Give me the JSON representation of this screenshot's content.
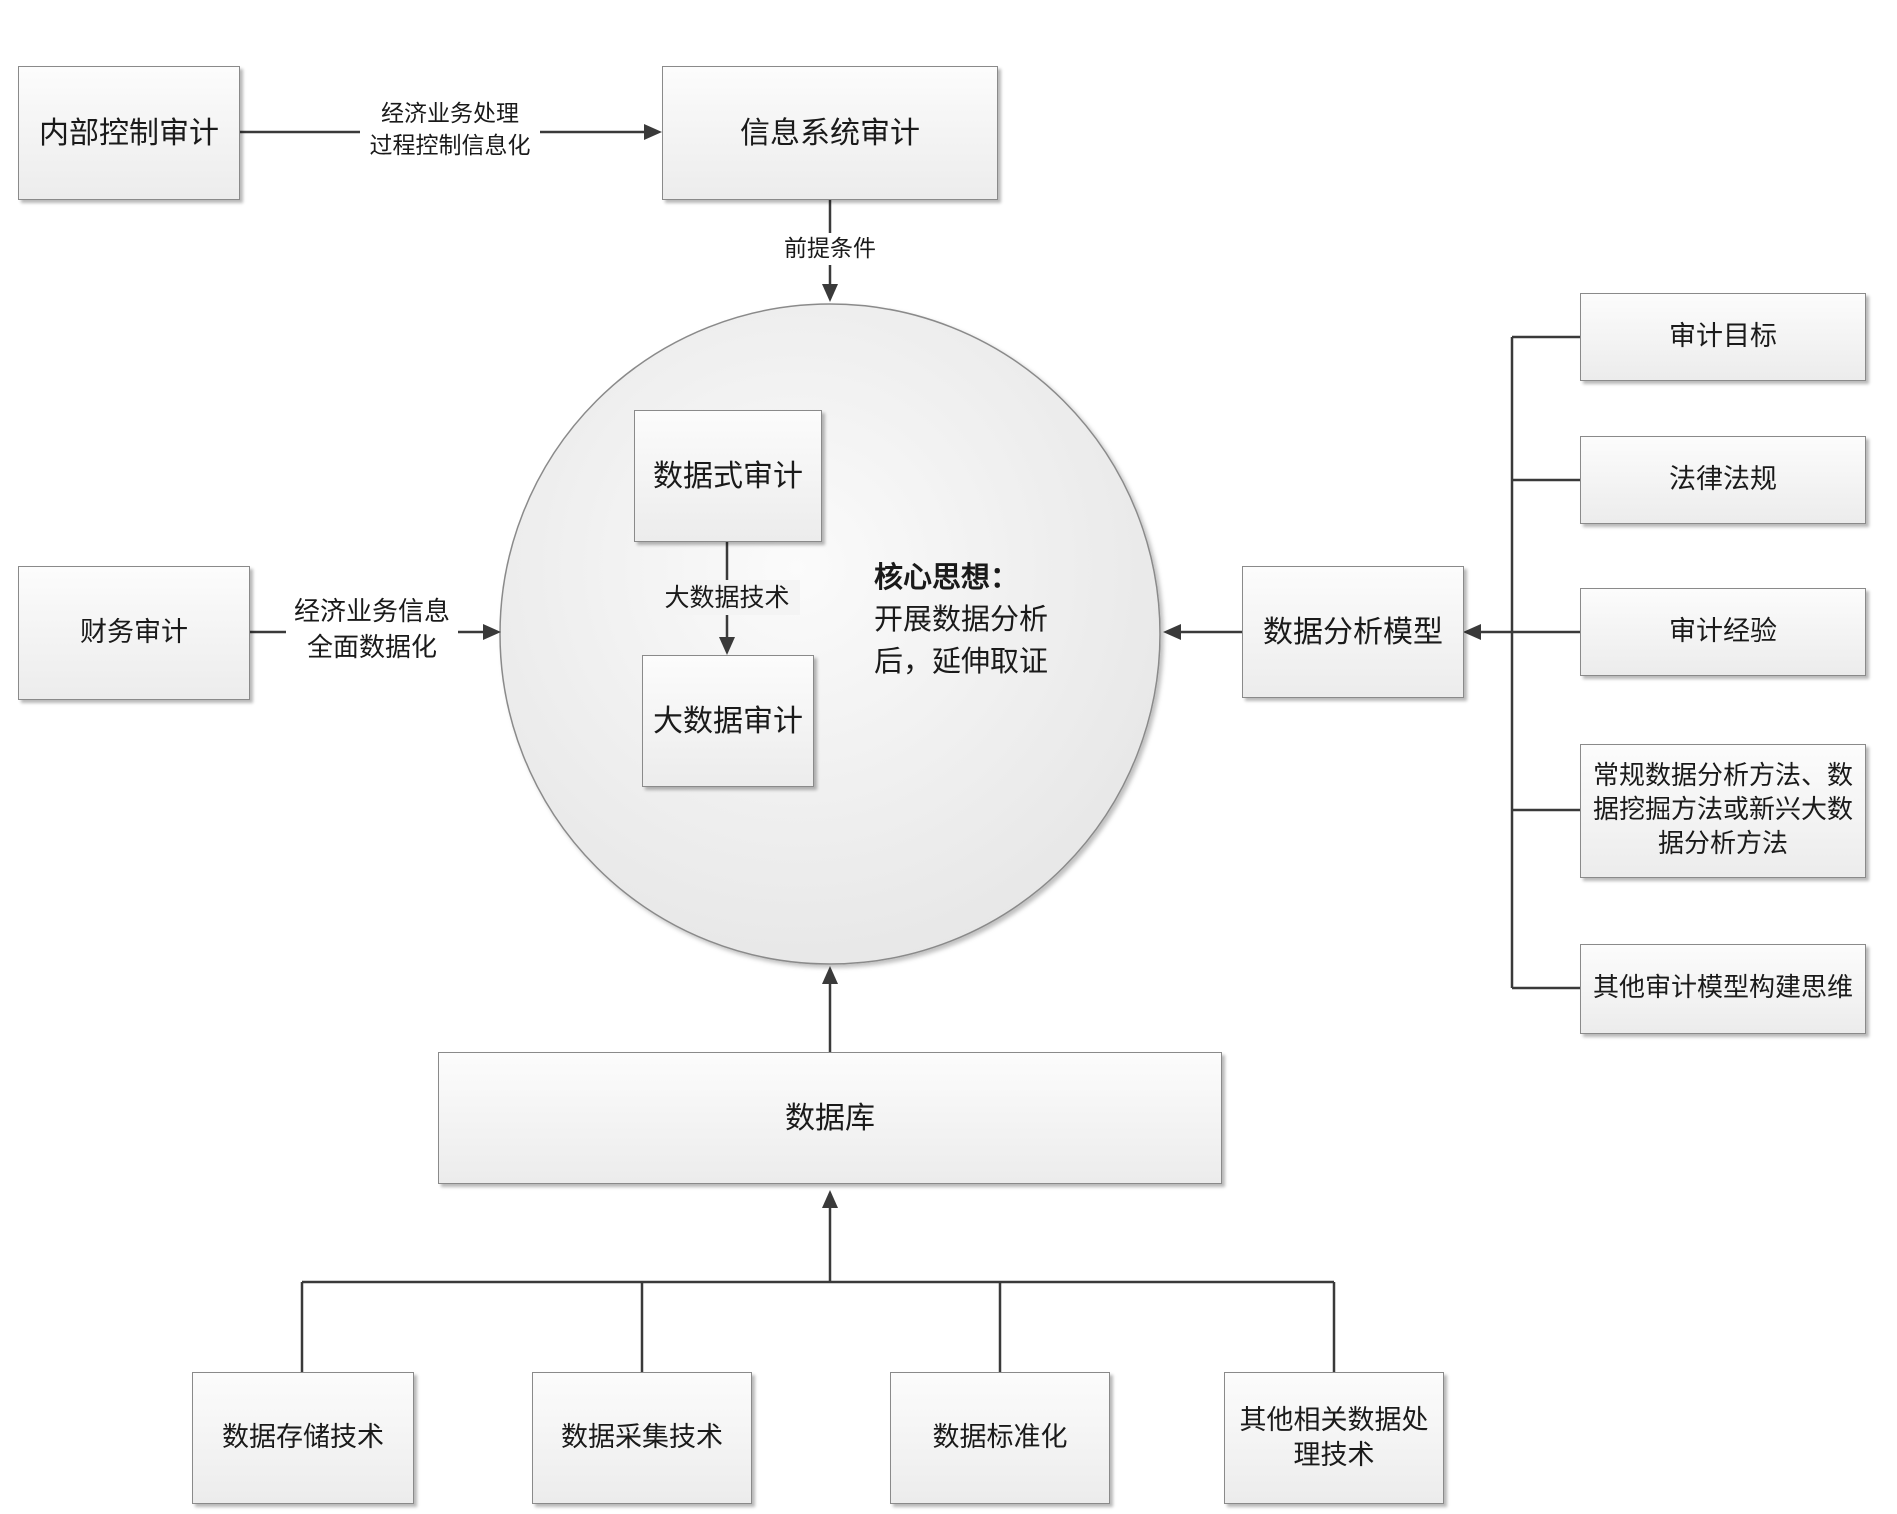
{
  "nodes": {
    "internal_control_audit": "内部控制审计",
    "info_system_audit": "信息系统审计",
    "financial_audit": "财务审计",
    "data_audit": "数据式审计",
    "big_data_audit": "大数据审计",
    "data_analysis_model": "数据分析模型",
    "database": "数据库",
    "audit_objective": "审计目标",
    "laws_regulations": "法律法规",
    "audit_experience": "审计经验",
    "analysis_methods": "常规数据分析方法、数据挖掘方法或新兴大数据分析方法",
    "other_model_thinking": "其他审计模型构建思维",
    "data_storage_tech": "数据存储技术",
    "data_collection_tech": "数据采集技术",
    "data_standardization": "数据标准化",
    "other_processing_tech": "其他相关数据处理技术"
  },
  "edge_labels": {
    "internal_to_info_line1": "经济业务处理",
    "internal_to_info_line2": "过程控制信息化",
    "prerequisite": "前提条件",
    "financial_line1": "经济业务信息",
    "financial_line2": "全面数据化",
    "big_data_tech": "大数据技术"
  },
  "core_idea": {
    "title": "核心思想：",
    "line1": "开展数据分析",
    "line2": "后，延伸取证"
  },
  "colors": {
    "line": "#3a3a3a",
    "box_border": "#8a8a8a",
    "circle_fill": "#ececec"
  }
}
